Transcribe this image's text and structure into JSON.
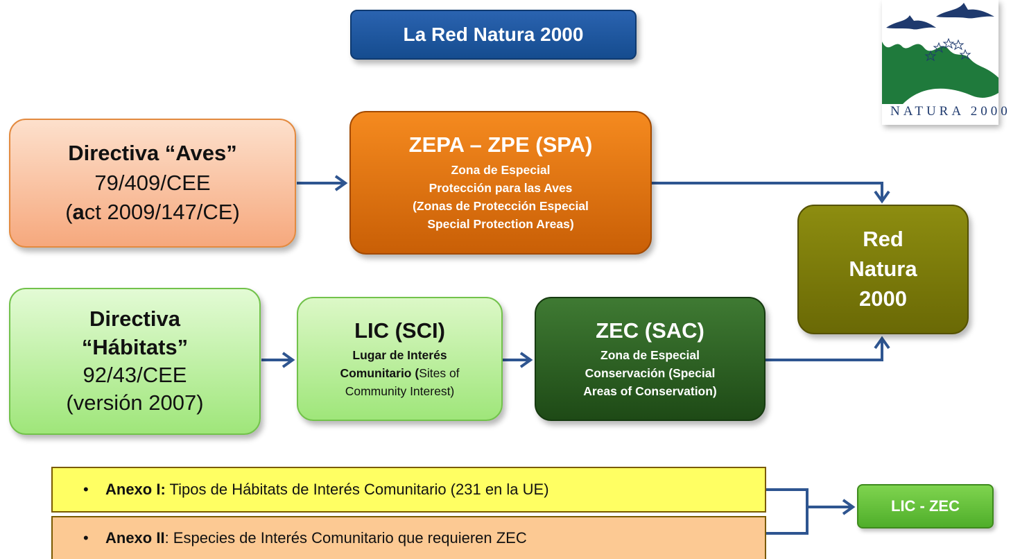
{
  "title": "La Red Natura 2000",
  "logo": {
    "text": "NATURA 2000"
  },
  "aves": {
    "line1": "Directiva “Aves”",
    "line2": "79/409/CEE",
    "line3_open": "(",
    "line3_bold": "a",
    "line3_rest": "ct 2009/147/CE)"
  },
  "zepa": {
    "heading": "ZEPA – ZPE (SPA)",
    "lines": [
      "Zona de Especial",
      "Protección para las Aves",
      "(Zonas de Protección Especial",
      "Special Protection Areas)"
    ]
  },
  "red": {
    "lines": [
      "Red",
      "Natura",
      "2000"
    ]
  },
  "habitats": {
    "lines": [
      "Directiva",
      "“Hábitats”",
      "92/43/CEE",
      "(versión 2007)"
    ]
  },
  "lic": {
    "heading": "LIC (SCI)",
    "line1": "Lugar de Interés",
    "line2_bold": "Comunitario (",
    "line2_rest": "Sites of",
    "line3": "Community Interest)"
  },
  "zec": {
    "heading": "ZEC (SAC)",
    "lines": [
      "Zona de Especial",
      "Conservación (Special",
      "Areas of Conservation)"
    ]
  },
  "anexos": [
    {
      "bullet": "•",
      "label": "Anexo I:",
      "text": " Tipos de Hábitats de Interés Comunitario (231 en la UE)"
    },
    {
      "bullet": "•",
      "label": "Anexo II",
      "text": ": Especies de Interés Comunitario que requieren ZEC"
    }
  ],
  "liczec_label": "LIC - ZEC",
  "colors": {
    "arrow": "#2e5590",
    "title_bg": "#1f57a0",
    "zepa": "#e27612",
    "red_natura": "#7c7b0a",
    "zec": "#2f5e25",
    "anexo1": "#ffff63",
    "anexo2": "#fcc993"
  }
}
